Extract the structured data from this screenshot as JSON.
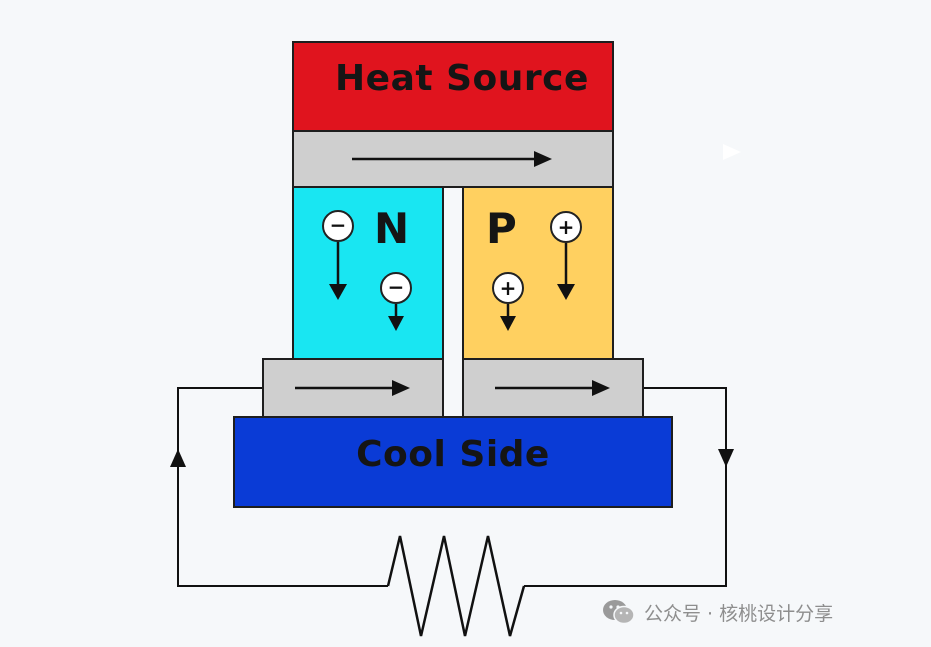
{
  "blocks": {
    "heat_source": "Heat Source",
    "cool_side": "Cool Side",
    "n_type": "N",
    "p_type": "P"
  },
  "carriers": {
    "electron_symbol": "−",
    "hole_symbol": "+"
  },
  "watermark": {
    "text": "公众号 · 核桃设计分享",
    "icon": "wechat-icon"
  },
  "colors": {
    "heat_source": "#e0141e",
    "cool_side": "#0a3bd6",
    "n_type": "#19e6f2",
    "p_type": "#ffd060",
    "plate": "#cfcfcf",
    "wire": "#111111"
  }
}
